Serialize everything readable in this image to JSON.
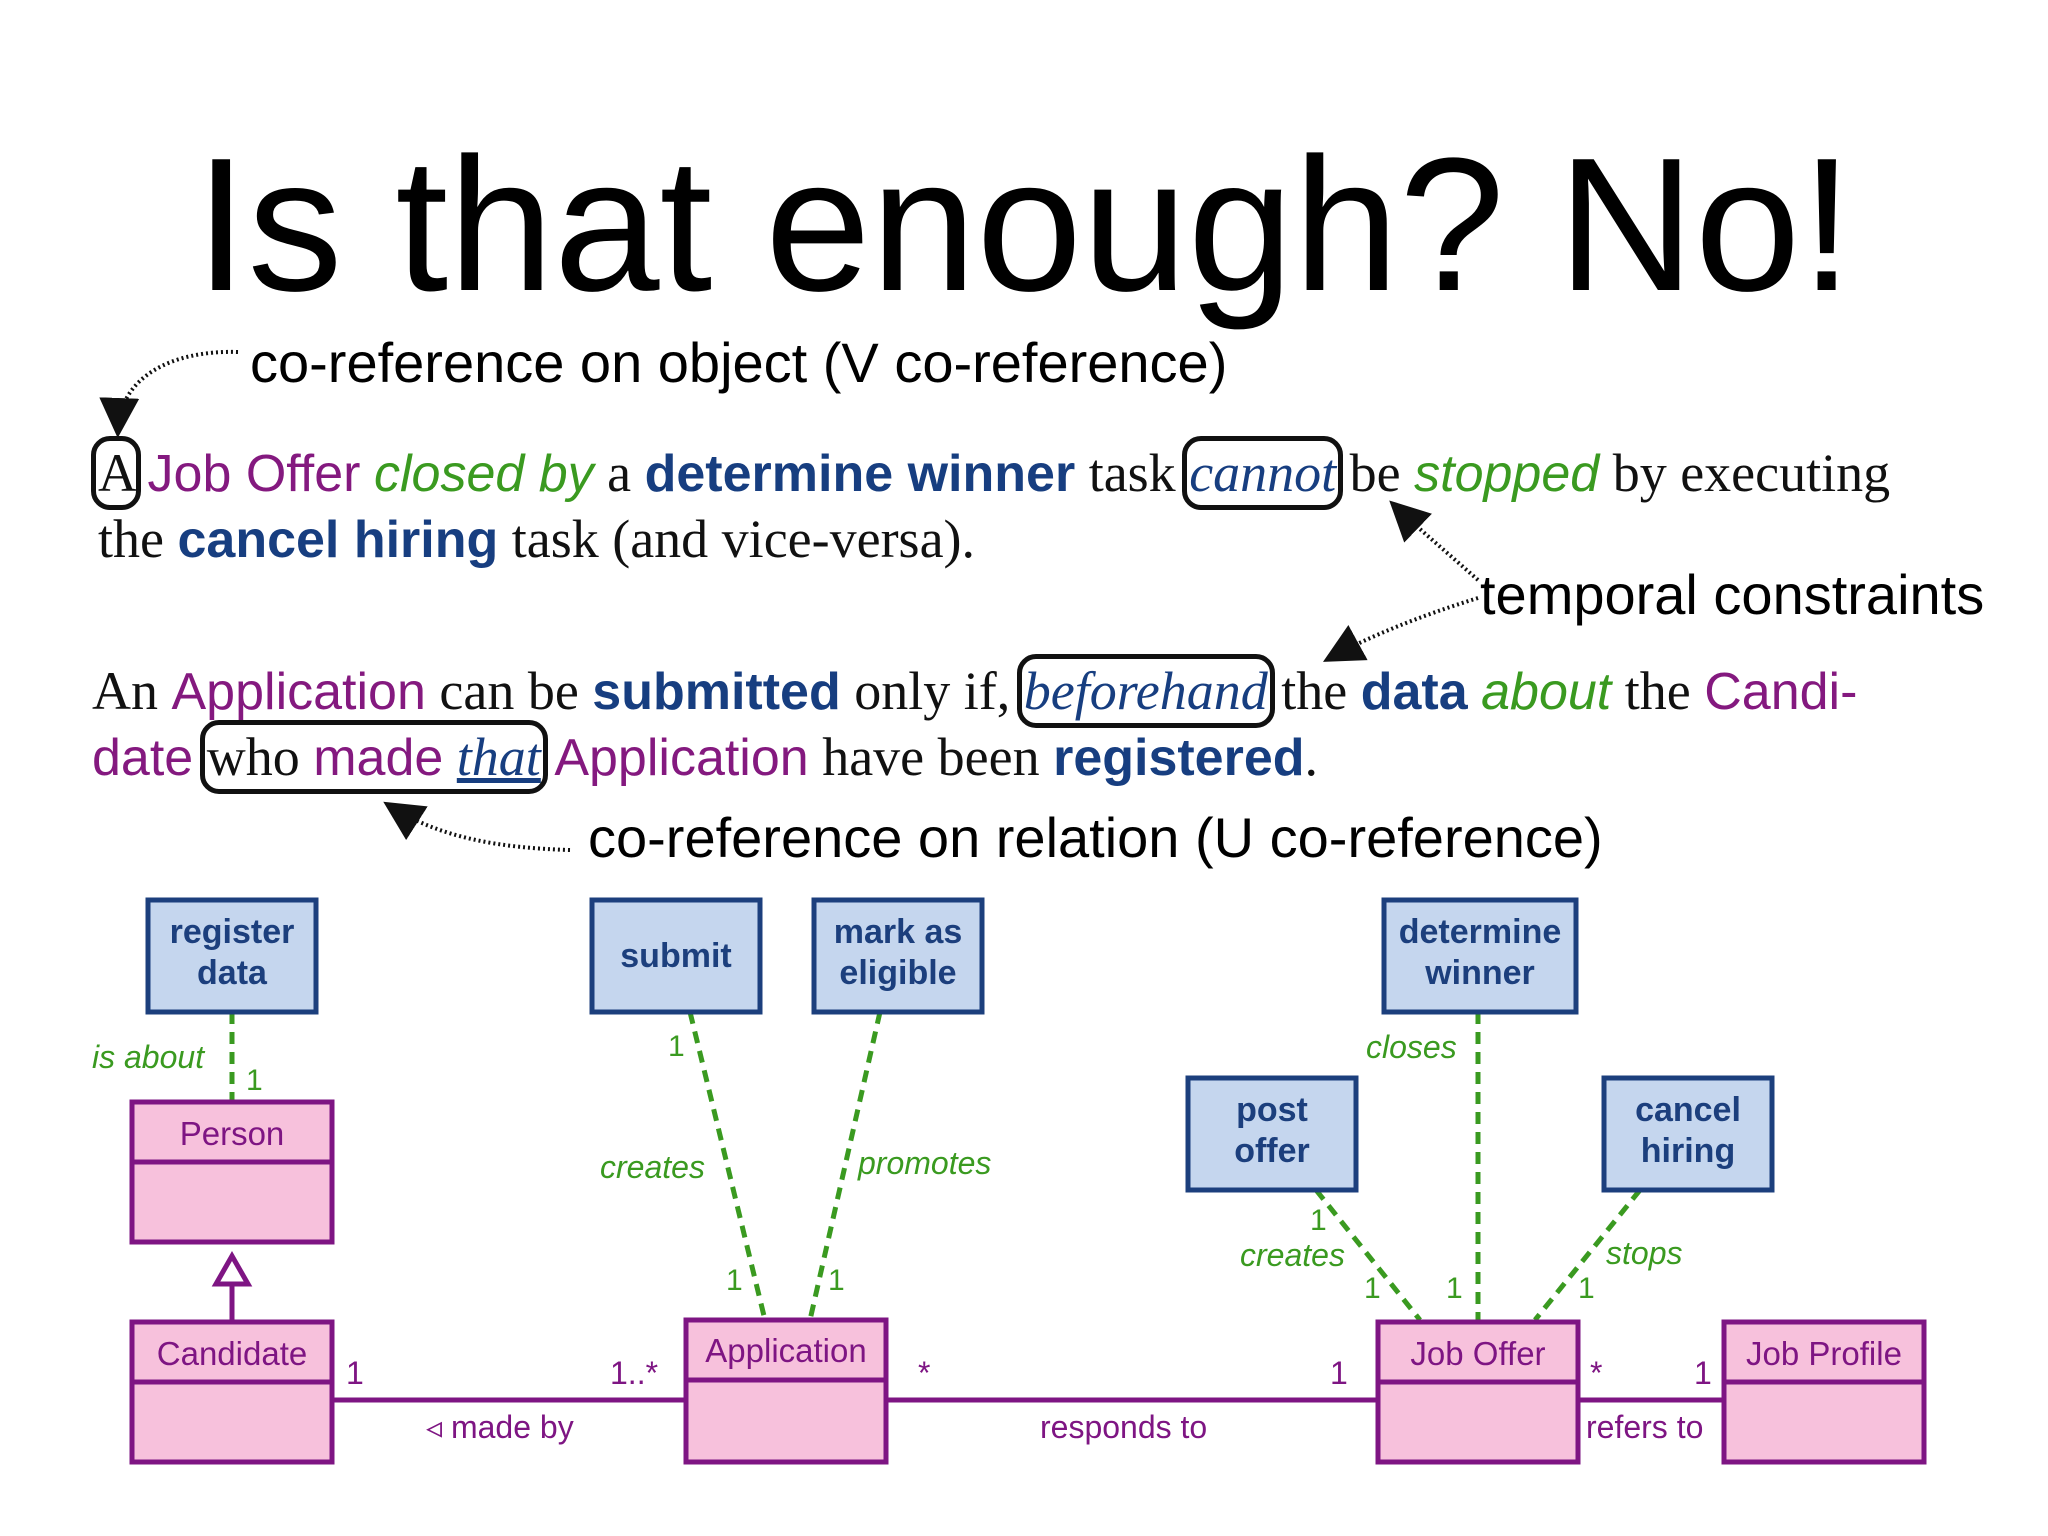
{
  "title": "Is that enough? No!",
  "annotations": {
    "v_coref": "co-reference on object (V co-reference)",
    "temporal": "temporal constraints",
    "u_coref": "co-reference on relation (U co-reference)"
  },
  "para1": {
    "a": "A",
    "job_offer": "Job Offer",
    "closed_by": "closed by",
    "a2": "a",
    "determine_winner": "determine winner",
    "task": "task",
    "cannot": "cannot",
    "be": "be",
    "stopped": "stopped",
    "by_executing": "by executing",
    "the": "the",
    "cancel_hiring": "cancel hiring",
    "rest": "task (and vice-versa)."
  },
  "para2": {
    "an": "An",
    "application": "Application",
    "can_be": "can be",
    "submitted": "submitted",
    "only_if": "only if,",
    "beforehand": "beforehand",
    "the": "the",
    "data": "data",
    "about": "about",
    "the2": "the",
    "candi": "Candi-",
    "date": "date",
    "who": "who",
    "made": "made",
    "that": "that",
    "application2": "Application",
    "have_been": "have been",
    "registered": "registered",
    "period": "."
  },
  "tasks": {
    "register_data": [
      "register",
      "data"
    ],
    "submit": [
      "submit"
    ],
    "mark_eligible": [
      "mark as",
      "eligible"
    ],
    "determine_winner": [
      "determine",
      "winner"
    ],
    "post_offer": [
      "post",
      "offer"
    ],
    "cancel_hiring": [
      "cancel",
      "hiring"
    ]
  },
  "classes": {
    "person": "Person",
    "candidate": "Candidate",
    "application": "Application",
    "job_offer": "Job Offer",
    "job_profile": "Job Profile"
  },
  "relations": {
    "is_about": "is about",
    "creates_app": "creates",
    "promotes": "promotes",
    "closes": "closes",
    "creates_job": "creates",
    "stops": "stops",
    "made_by": "◃ made by",
    "responds_to": "responds to",
    "refers_to": "refers to"
  },
  "multiplicities": {
    "one": "1",
    "one_many": "1..*",
    "many": "*"
  },
  "colors": {
    "task_fill": "#c5d6ee",
    "task_border": "#1c3f7d",
    "class_fill": "#f7c1dc",
    "class_border": "#7e1583",
    "relation_green": "#3a9a20",
    "association_purple": "#7e1583"
  }
}
